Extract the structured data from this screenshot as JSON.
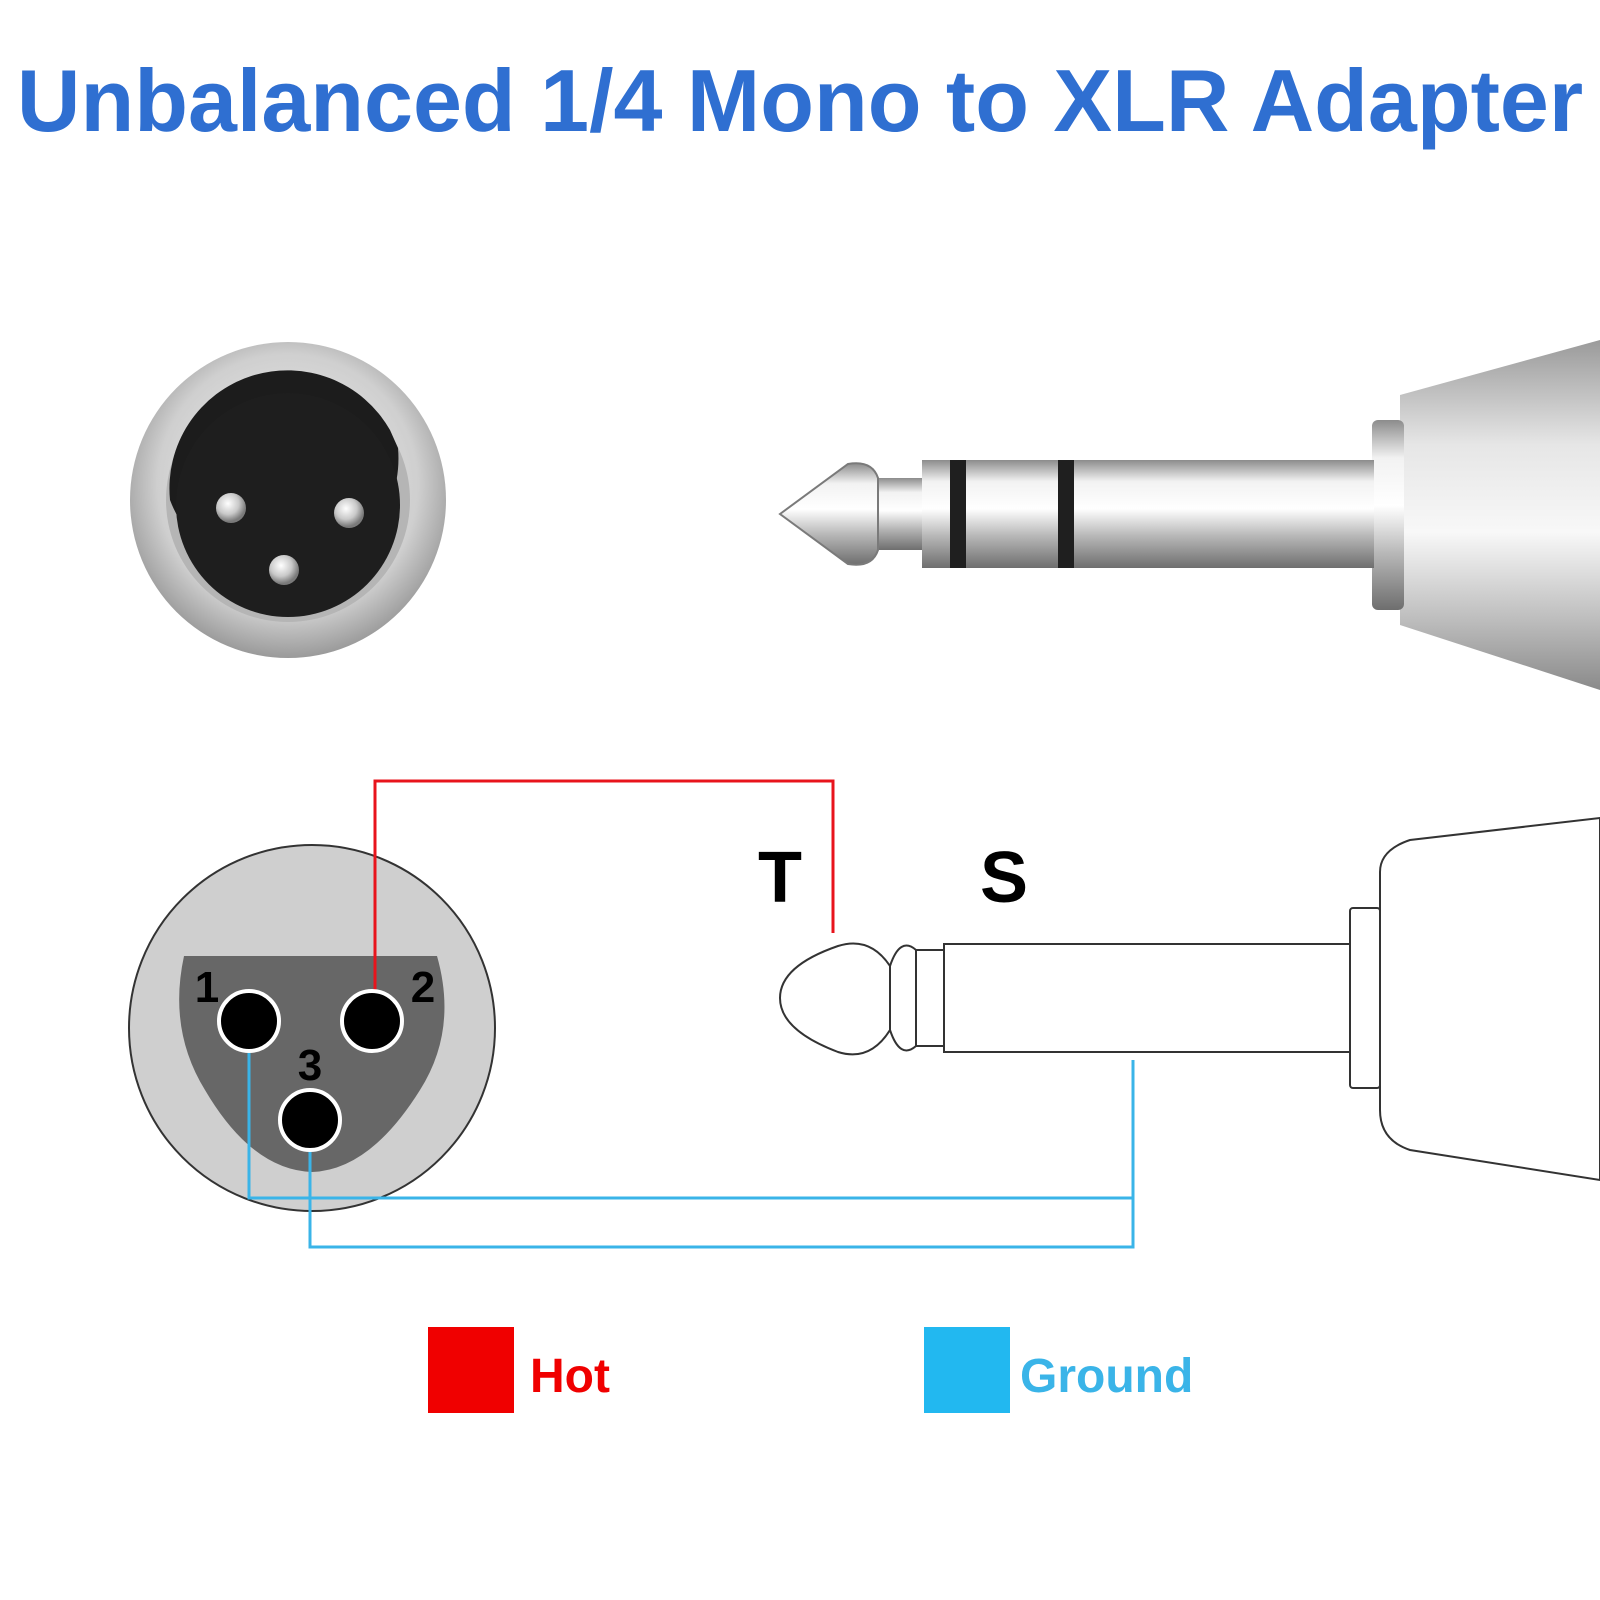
{
  "title": "Unbalanced 1/4 Mono to XLR Adapter",
  "plug_labels": {
    "tip": "T",
    "sleeve": "S"
  },
  "xlr_pins": [
    {
      "label": "1"
    },
    {
      "label": "2"
    },
    {
      "label": "3"
    }
  ],
  "legend": [
    {
      "label": "Hot",
      "color": "#f00000"
    },
    {
      "label": "Ground",
      "color": "#22b8f0"
    }
  ],
  "colors": {
    "title": "#2f6fd1",
    "hot_wire": "#e8141c",
    "ground_wire": "#3ab4e8",
    "xlr_body": "#cfcfcf",
    "xlr_insert": "#666666"
  }
}
